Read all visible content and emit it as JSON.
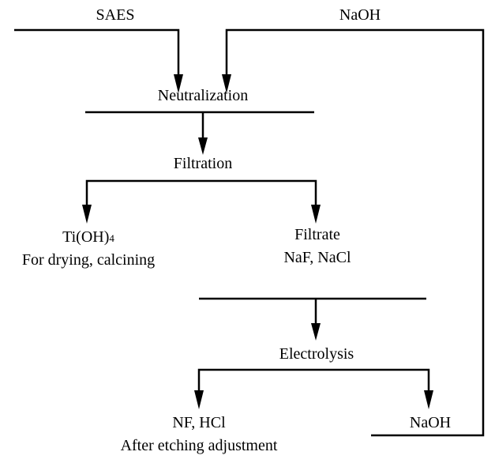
{
  "diagram": {
    "type": "process-flowchart",
    "colors": {
      "line": "#000000",
      "text": "#000000",
      "background": "#ffffff"
    },
    "inputs": {
      "saes": "SAES",
      "naoh": "NaOH"
    },
    "steps": {
      "neutralization": "Neutralization",
      "filtration": "Filtration",
      "electrolysis": "Electrolysis"
    },
    "outputs": {
      "precipitate": {
        "name_base": "Ti(OH)",
        "name_sub": "4",
        "note": "For drying, calcining"
      },
      "filtrate": {
        "name": "Filtrate",
        "note": "NaF, NaCl"
      },
      "acid": {
        "name": "NF, HCl",
        "note": "After etching adjustment"
      },
      "naoh_recycle": {
        "name": "NaOH"
      }
    },
    "edges": [
      {
        "from": "SAES",
        "to": "Neutralization"
      },
      {
        "from": "NaOH",
        "to": "Neutralization"
      },
      {
        "from": "Neutralization",
        "to": "Filtration"
      },
      {
        "from": "Filtration",
        "to": "Ti(OH)4"
      },
      {
        "from": "Filtration",
        "to": "Filtrate"
      },
      {
        "from": "Filtrate",
        "to": "Electrolysis"
      },
      {
        "from": "Electrolysis",
        "to": "NF, HCl"
      },
      {
        "from": "Electrolysis",
        "to": "NaOH"
      },
      {
        "from": "NaOH (product)",
        "to": "NaOH (input)",
        "kind": "recycle-loop"
      }
    ]
  }
}
